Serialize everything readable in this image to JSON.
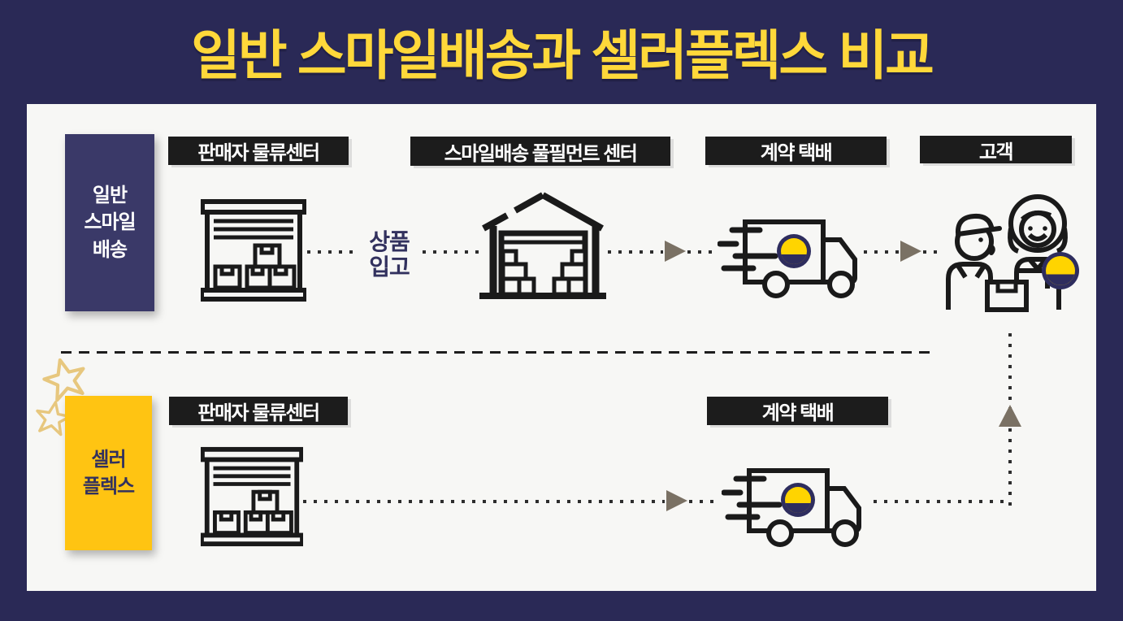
{
  "title": "일반 스마일배송과 셀러플렉스 비교",
  "smile_row": {
    "side_label": "일반\n스마일\n배송",
    "stages": [
      "판매자 물류센터",
      "스마일배송 풀필먼트 센터",
      "계약 택배",
      "고객"
    ],
    "flow_note": "상품\n입고"
  },
  "flex_row": {
    "side_label": "셀러\n플렉스",
    "stages": [
      "판매자 물류센터",
      "계약 택배"
    ]
  },
  "icons": {
    "warehouse": "seller-warehouse-garage",
    "fulfillment_center": "roofed-warehouse-with-box-stacks",
    "delivery_truck": "speeding-truck-with-smile-logo",
    "customer_handoff": "courier-handing-box-to-customer",
    "smile_logo": "smile-face-badge",
    "stars": "hand-drawn-star-doodles",
    "arrows": "flow-direction-triangles"
  },
  "colors": {
    "background": "#2a2956",
    "panel": "#f7f7f5",
    "title": "#ffd83a",
    "tag_bg": "#1c1c1c",
    "tag_text": "#ffffff",
    "smile_row_bg": "#3a3968",
    "smile_row_text": "#ffffff",
    "flex_row_bg": "#ffc412",
    "flex_row_text": "#32315e",
    "note_text": "#32315e",
    "connector": "#2d2d2d",
    "arrow": "#7a7164",
    "icon_stroke": "#1a1a1a",
    "logo_navy": "#2e2d5e",
    "logo_yellow": "#ffd400",
    "star": "#e7c77e"
  }
}
